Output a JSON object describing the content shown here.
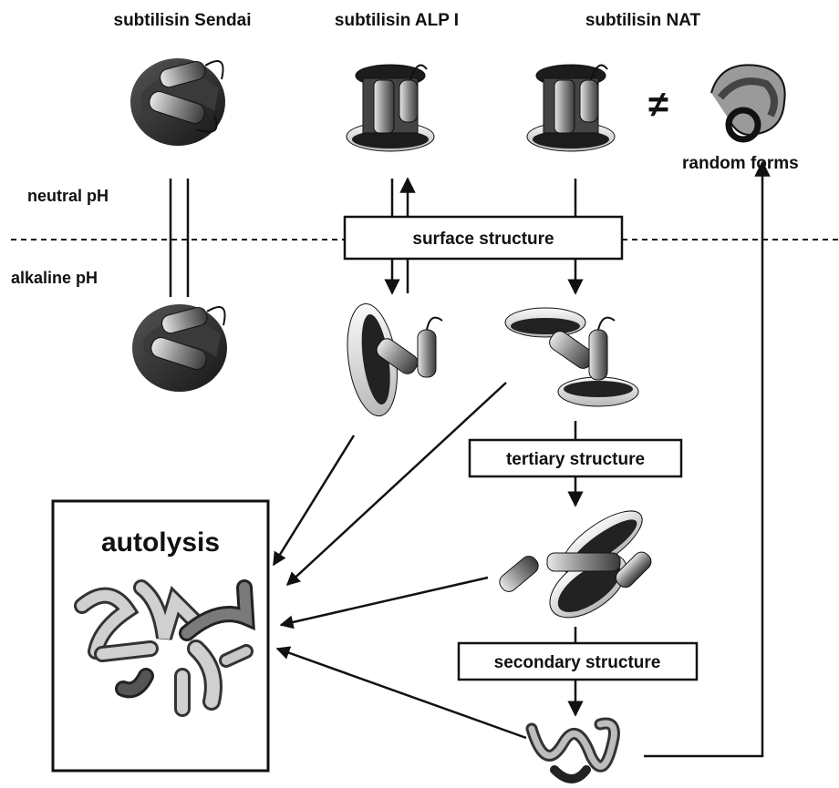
{
  "headers": {
    "sendai": "subtilisin Sendai",
    "alp1": "subtilisin ALP I",
    "nat": "subtilisin NAT"
  },
  "labels": {
    "random_forms": "random forms",
    "neutral_ph": "neutral pH",
    "alkaline_ph": "alkaline pH",
    "not_equal": "≠"
  },
  "boxes": {
    "surface": "surface structure",
    "tertiary": "tertiary structure",
    "secondary": "secondary structure",
    "autolysis": "autolysis"
  },
  "colors": {
    "ink": "#111111",
    "dark_protein": "#2a2a2a",
    "mid_protein": "#7a7a7a",
    "light_protein": "#c8c8c8",
    "background": "#ffffff"
  }
}
